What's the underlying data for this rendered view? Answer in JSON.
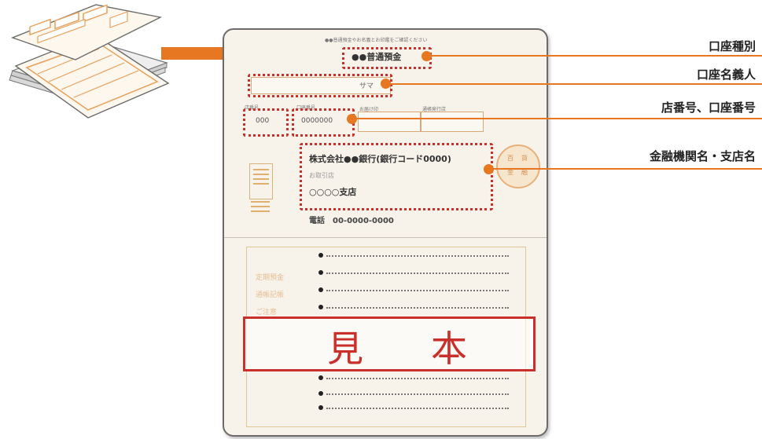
{
  "passbook": {
    "header_fine": "●●普通預金やお名義とお印鑑をご確認ください",
    "account_type": "●●普通預金",
    "holder_kana": "サマ",
    "small_label_1": "店番号",
    "small_label_2": "口座番号",
    "small_label_3": "お届け印",
    "small_label_4": "通帳発行店",
    "branch_number": "000",
    "account_number": "0000000",
    "bank_line1": "株式会社●●銀行(銀行コード0000)",
    "bank_line2": "お取引店",
    "bank_line3": "○○○○支店",
    "phone": "電話　00-0000-0000",
    "seal_chars": [
      "百",
      "貨",
      "金",
      "融"
    ],
    "lower_labels": [
      "定期預金",
      "通帳記帳",
      "ご注意"
    ],
    "mihon": [
      "見",
      "本"
    ]
  },
  "callouts": [
    {
      "label": "口座種別"
    },
    {
      "label": "口座名義人"
    },
    {
      "label": "店番号、口座番号"
    },
    {
      "label": "金融機関名・支店名"
    }
  ],
  "colors": {
    "accent_orange": "#e87722",
    "highlight_red": "#c9302c",
    "passbook_bg": "#f7f3ea"
  }
}
